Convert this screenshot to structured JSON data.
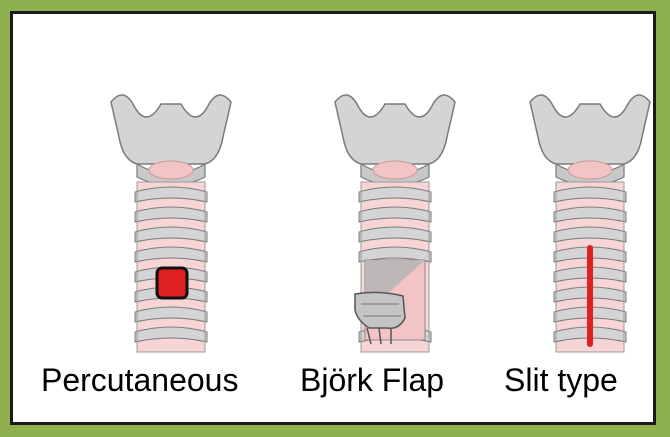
{
  "labels": {
    "percutaneous": "Percutaneous",
    "bjork_flap": "Björk Flap",
    "slit_type": "Slit type"
  },
  "colors": {
    "background": "#8fb04f",
    "panel": "#ffffff",
    "cartilage": "#d4d4d4",
    "ring": "#f2c4c4",
    "stoma": "#e02020",
    "slit": "#e02020"
  },
  "icons": [
    "trachea-larynx-illustration"
  ]
}
